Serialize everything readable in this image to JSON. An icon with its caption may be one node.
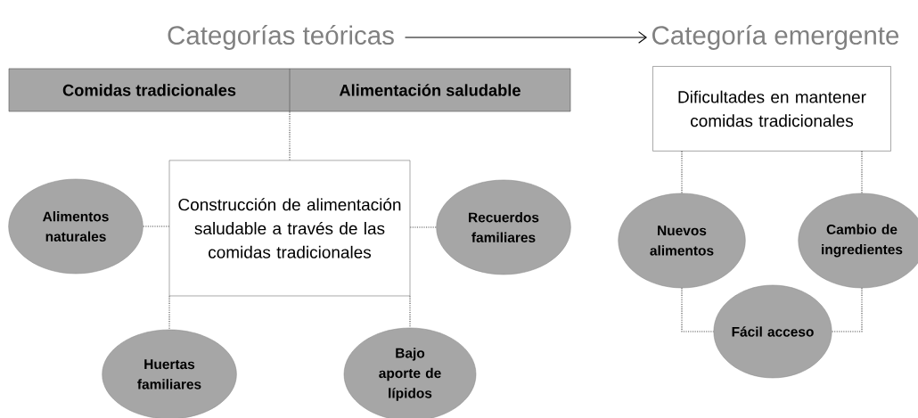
{
  "diagram": {
    "nodes": [
      {
        "text": [
          "Categorías teóricas"
        ]
      },
      {
        "text": [
          "Categoría emergente"
        ]
      },
      {
        "text": [
          "Comidas tradicionales",
          "Alimentación saludable"
        ]
      },
      {
        "text": [
          "Construcción de alimentación saludable a través de las comidas tradicionales"
        ]
      },
      {
        "text": [
          "Alimentos naturales"
        ]
      },
      {
        "text": [
          "Recuerdos familiares"
        ]
      },
      {
        "text": [
          "Huertas familiares"
        ]
      },
      {
        "text": [
          "Bajo aporte de lípidos"
        ]
      },
      {
        "text": [
          "Dificultades en mantener comidas tradicionales"
        ]
      },
      {
        "text": [
          "Nuevos alimentos"
        ]
      },
      {
        "text": [
          "Cambio de ingredientes"
        ]
      },
      {
        "text": [
          "Fácil acceso"
        ]
      }
    ],
    "edges": [
      {
        "from": 0,
        "to": 1,
        "arrow": "to"
      },
      {
        "from": 2,
        "to": 3,
        "arrow": "none",
        "style": "dashed"
      },
      {
        "from": 3,
        "to": 4,
        "arrow": "none",
        "style": "dashed"
      },
      {
        "from": 3,
        "to": 5,
        "arrow": "none",
        "style": "dashed"
      },
      {
        "from": 3,
        "to": 6,
        "arrow": "none",
        "style": "dashed"
      },
      {
        "from": 3,
        "to": 7,
        "arrow": "none",
        "style": "dashed"
      },
      {
        "from": 8,
        "to": 9,
        "arrow": "none",
        "style": "dashed"
      },
      {
        "from": 8,
        "to": 10,
        "arrow": "none",
        "style": "dashed"
      },
      {
        "from": 9,
        "to": 11,
        "arrow": "none",
        "style": "dashed"
      },
      {
        "from": 10,
        "to": 11,
        "arrow": "none",
        "style": "dashed"
      }
    ]
  }
}
